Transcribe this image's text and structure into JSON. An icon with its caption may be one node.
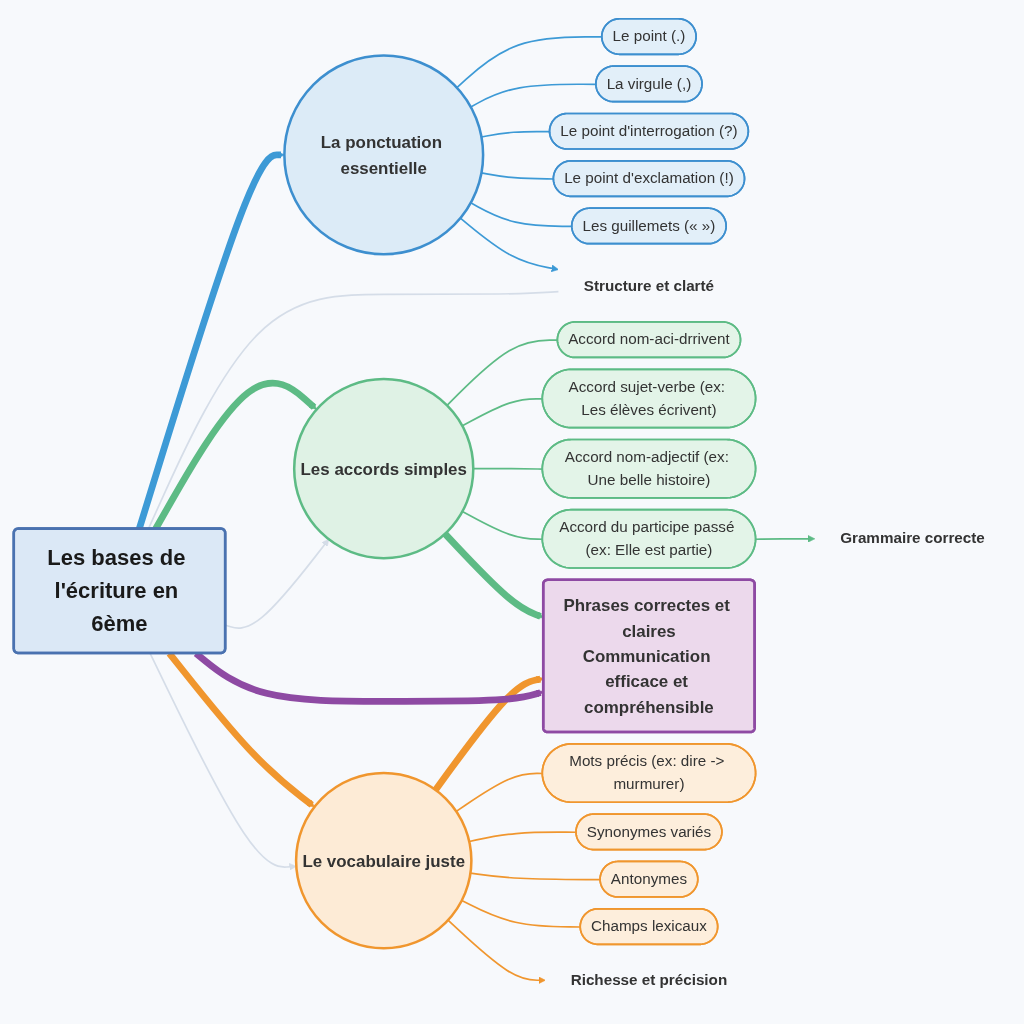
{
  "diagram": {
    "nodes": [
      {
        "text": [
          "Les bases de l'écriture en 6ème"
        ]
      },
      {
        "text": [
          "La ponctuation essentielle"
        ]
      },
      {
        "text": [
          "Le point (.)"
        ]
      },
      {
        "text": [
          "La virgule (,)"
        ]
      },
      {
        "text": [
          "Le point d'interrogation (?)"
        ]
      },
      {
        "text": [
          "Le point d'exclamation (!)"
        ]
      },
      {
        "text": [
          "Les guillemets (« »)"
        ]
      },
      {
        "text": [
          "Structure et clarté"
        ]
      },
      {
        "text": [
          "Les accords simples"
        ]
      },
      {
        "text": [
          "Accord nom-aci-drrivent"
        ]
      },
      {
        "text": [
          "Accord sujet-verbe (ex: Les élèves écrivent)"
        ]
      },
      {
        "text": [
          "Accord nom-adjectif (ex: Une belle histoire)"
        ]
      },
      {
        "text": [
          "Accord du participe passé (ex: Elle est partie)"
        ]
      },
      {
        "text": [
          "Grammaire correcte"
        ]
      },
      {
        "text": [
          "Le vocabulaire juste"
        ]
      },
      {
        "text": [
          "Mots précis (ex: dire -> murmurer)"
        ]
      },
      {
        "text": [
          "Synonymes variés"
        ]
      },
      {
        "text": [
          "Antonymes"
        ]
      },
      {
        "text": [
          "Champs lexicaux"
        ]
      },
      {
        "text": [
          "Richesse et précision"
        ]
      },
      {
        "text": [
          "Phrases correctes et claires",
          "Communication efficace et compréhensible"
        ]
      }
    ],
    "edges": [
      {
        "from": 0,
        "to": 1,
        "arrow": "to",
        "style": "thick",
        "color": "#3d9ad6"
      },
      {
        "from": 1,
        "to": 2,
        "arrow": "none",
        "color": "#3d9ad6"
      },
      {
        "from": 1,
        "to": 3,
        "arrow": "none",
        "color": "#3d9ad6"
      },
      {
        "from": 1,
        "to": 4,
        "arrow": "none",
        "color": "#3d9ad6"
      },
      {
        "from": 1,
        "to": 5,
        "arrow": "none",
        "color": "#3d9ad6"
      },
      {
        "from": 1,
        "to": 6,
        "arrow": "none",
        "color": "#3d9ad6"
      },
      {
        "from": 1,
        "to": 7,
        "arrow": "to",
        "color": "#3d9ad6"
      },
      {
        "from": 7,
        "to": 0,
        "arrow": "none",
        "color": "#d5dde8"
      },
      {
        "from": 0,
        "to": 8,
        "arrow": "to",
        "style": "thick",
        "color": "#5dbb85"
      },
      {
        "from": 0,
        "to": 8,
        "arrow": "to",
        "color": "#d5dde8"
      },
      {
        "from": 8,
        "to": 9,
        "arrow": "none",
        "color": "#5dbb85"
      },
      {
        "from": 8,
        "to": 10,
        "arrow": "none",
        "color": "#5dbb85"
      },
      {
        "from": 8,
        "to": 11,
        "arrow": "none",
        "color": "#5dbb85"
      },
      {
        "from": 8,
        "to": 12,
        "arrow": "none",
        "color": "#5dbb85"
      },
      {
        "from": 12,
        "to": 13,
        "arrow": "to",
        "color": "#5dbb85"
      },
      {
        "from": 8,
        "to": 20,
        "arrow": "to",
        "style": "thick",
        "color": "#5dbb85"
      },
      {
        "from": 0,
        "to": 14,
        "arrow": "to",
        "style": "thick",
        "color": "#f0962e"
      },
      {
        "from": 0,
        "to": 14,
        "arrow": "to",
        "color": "#d5dde8"
      },
      {
        "from": 14,
        "to": 15,
        "arrow": "none",
        "color": "#f0962e"
      },
      {
        "from": 14,
        "to": 16,
        "arrow": "none",
        "color": "#f0962e"
      },
      {
        "from": 14,
        "to": 17,
        "arrow": "none",
        "color": "#f0962e"
      },
      {
        "from": 14,
        "to": 18,
        "arrow": "none",
        "color": "#f0962e"
      },
      {
        "from": 14,
        "to": 19,
        "arrow": "to",
        "color": "#f0962e"
      },
      {
        "from": 14,
        "to": 20,
        "arrow": "to",
        "style": "thick",
        "color": "#f0962e"
      },
      {
        "from": 0,
        "to": 20,
        "arrow": "to",
        "style": "thick",
        "color": "#8e4aa3"
      }
    ]
  }
}
